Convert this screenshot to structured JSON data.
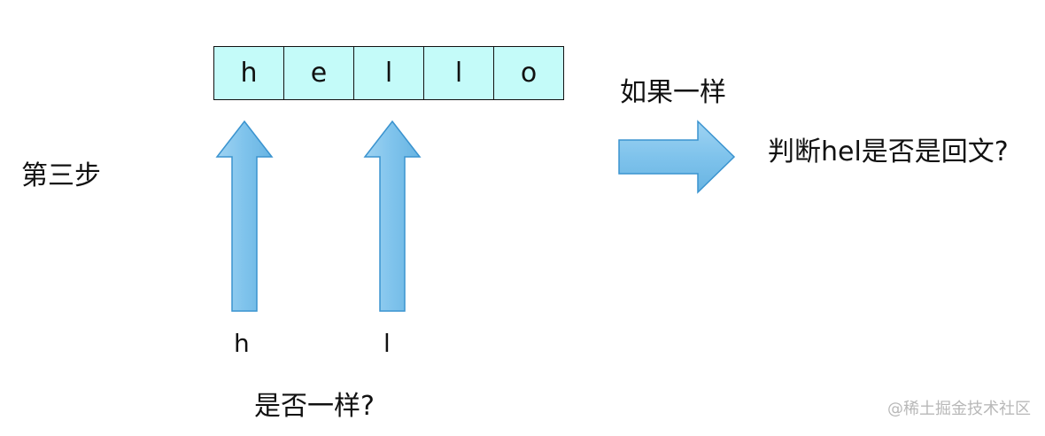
{
  "step": {
    "label": "第三步"
  },
  "array": {
    "cells": [
      "h",
      "e",
      "l",
      "l",
      "o"
    ]
  },
  "pointers": {
    "left": "h",
    "right": "l"
  },
  "question": "是否一样?",
  "condition": "如果一样",
  "next_step": "判断hel是否是回文?",
  "watermark": "@稀土掘金技术社区",
  "colors": {
    "cell_fill": "#c4fbf9",
    "arrow_fill": "#7fc3ec",
    "arrow_stroke": "#3a93cf"
  }
}
